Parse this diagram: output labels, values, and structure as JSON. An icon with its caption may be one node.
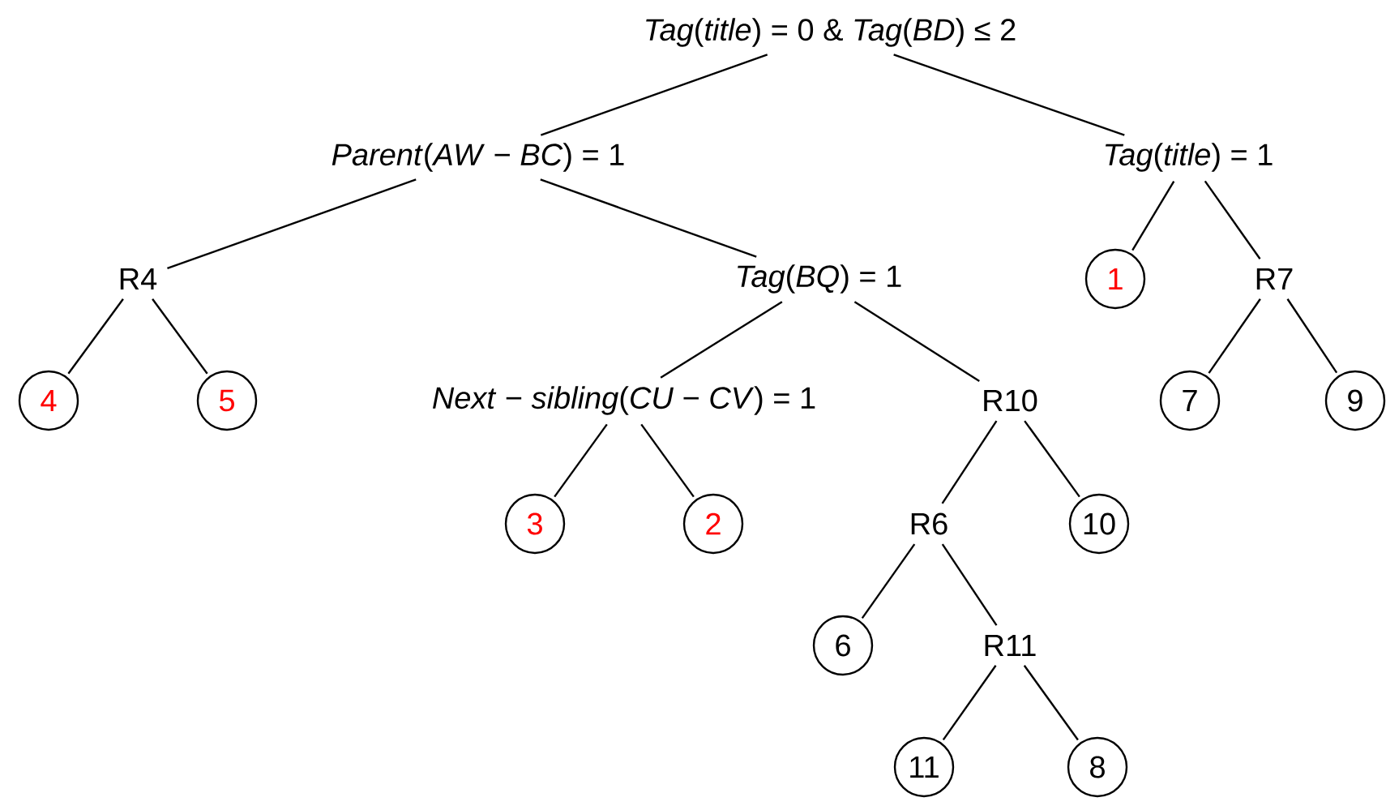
{
  "diagram": {
    "nodes": [
      {
        "text": [
          "*Tag*(*title*) = 0 & *Tag*(*BD*) ≤ 2"
        ]
      },
      {
        "text": [
          "*Parent*(*AW* − *BC*) = 1"
        ]
      },
      {
        "text": [
          "*Tag*(*title*) = 1"
        ]
      },
      {
        "text": [
          "R4"
        ]
      },
      {
        "text": [
          "*Tag*(*BQ*) = 1"
        ]
      },
      {
        "text": [
          "1"
        ]
      },
      {
        "text": [
          "R7"
        ]
      },
      {
        "text": [
          "4"
        ]
      },
      {
        "text": [
          "5"
        ]
      },
      {
        "text": [
          "*Next* − *sibling*(*CU* − *CV*) = 1"
        ]
      },
      {
        "text": [
          "R10"
        ]
      },
      {
        "text": [
          "7"
        ]
      },
      {
        "text": [
          "9"
        ]
      },
      {
        "text": [
          "3"
        ]
      },
      {
        "text": [
          "2"
        ]
      },
      {
        "text": [
          "R6"
        ]
      },
      {
        "text": [
          "10"
        ]
      },
      {
        "text": [
          "6"
        ]
      },
      {
        "text": [
          "R11"
        ]
      },
      {
        "text": [
          "11"
        ]
      },
      {
        "text": [
          "8"
        ]
      }
    ],
    "edges": [
      {
        "from": 0,
        "to": 1,
        "arrow": "none"
      },
      {
        "from": 0,
        "to": 2,
        "arrow": "none"
      },
      {
        "from": 1,
        "to": 3,
        "arrow": "none"
      },
      {
        "from": 1,
        "to": 4,
        "arrow": "none"
      },
      {
        "from": 2,
        "to": 5,
        "arrow": "none"
      },
      {
        "from": 2,
        "to": 6,
        "arrow": "none"
      },
      {
        "from": 3,
        "to": 7,
        "arrow": "none"
      },
      {
        "from": 3,
        "to": 8,
        "arrow": "none"
      },
      {
        "from": 4,
        "to": 9,
        "arrow": "none"
      },
      {
        "from": 4,
        "to": 10,
        "arrow": "none"
      },
      {
        "from": 6,
        "to": 11,
        "arrow": "none"
      },
      {
        "from": 6,
        "to": 12,
        "arrow": "none"
      },
      {
        "from": 9,
        "to": 13,
        "arrow": "none"
      },
      {
        "from": 9,
        "to": 14,
        "arrow": "none"
      },
      {
        "from": 10,
        "to": 15,
        "arrow": "none"
      },
      {
        "from": 10,
        "to": 16,
        "arrow": "none"
      },
      {
        "from": 15,
        "to": 17,
        "arrow": "none"
      },
      {
        "from": 15,
        "to": 18,
        "arrow": "none"
      },
      {
        "from": 18,
        "to": 19,
        "arrow": "none"
      },
      {
        "from": 18,
        "to": 20,
        "arrow": "none"
      }
    ]
  }
}
